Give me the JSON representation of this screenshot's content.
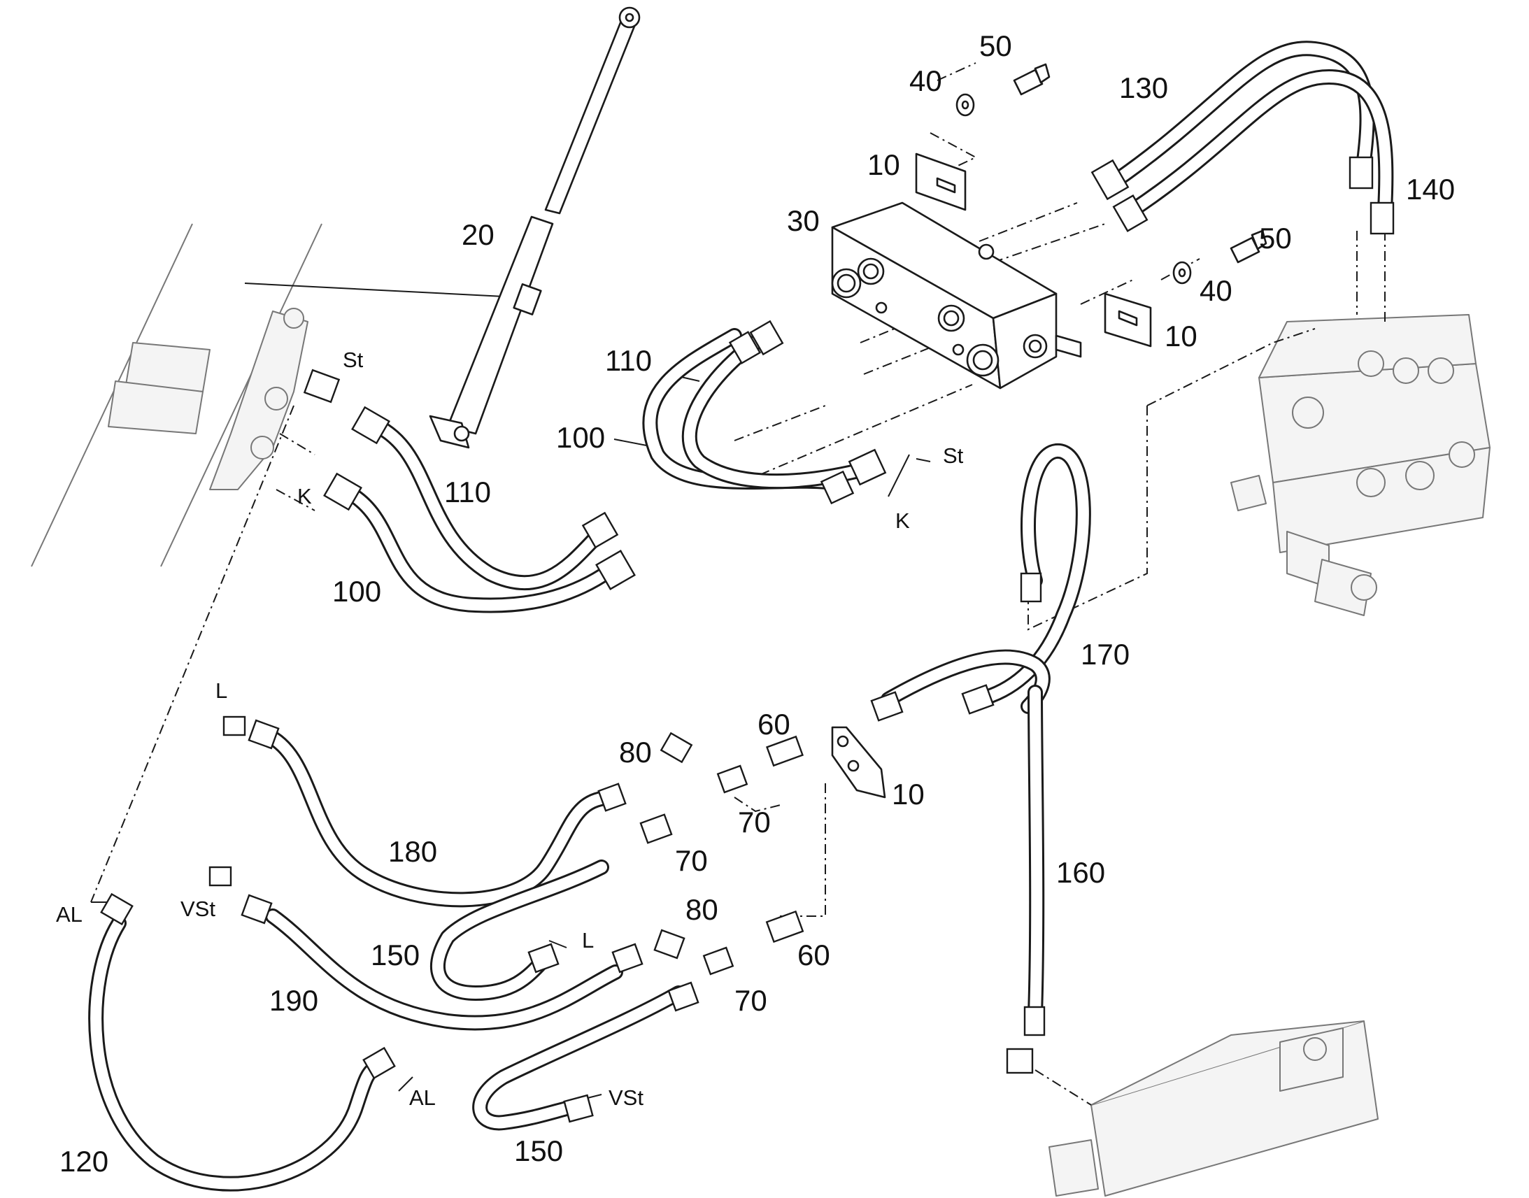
{
  "callouts": {
    "c10_top": "10",
    "c20": "20",
    "c30": "30",
    "c40_top": "40",
    "c50_top": "50",
    "c130": "130",
    "c140": "140",
    "c50_right": "50",
    "c40_right": "40",
    "c10_right": "10",
    "c110_mid": "110",
    "c100_mid": "100",
    "c110_left": "110",
    "c100_left": "100",
    "c170": "170",
    "c60_top": "60",
    "c80_top": "80",
    "c70_a": "70",
    "c70_b": "70",
    "c10_bracket": "10",
    "c180": "180",
    "c160": "160",
    "c150_a": "150",
    "c80_mid": "80",
    "c60_mid": "60",
    "c70_c": "70",
    "c190": "190",
    "c150_b": "150",
    "c120": "120"
  },
  "ports": {
    "st_left": "St",
    "k_left": "K",
    "st_right": "St",
    "k_right": "K",
    "l_top": "L",
    "l_mid": "L",
    "vst_left": "VSt",
    "vst_bottom": "VSt",
    "al_left": "AL",
    "al_bottom": "AL"
  }
}
